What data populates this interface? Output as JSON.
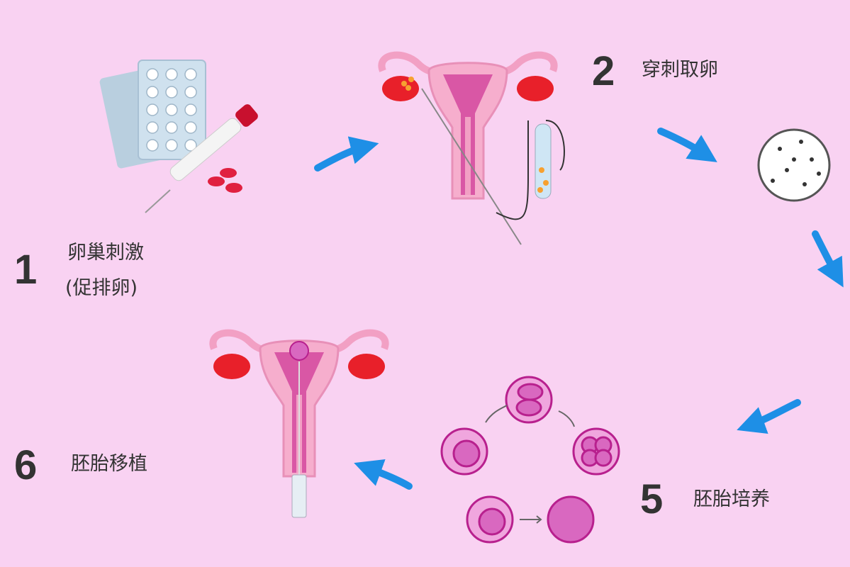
{
  "steps": [
    {
      "number": "1",
      "label_line1": "卵巢刺激",
      "label_line2": "(促排卵)"
    },
    {
      "number": "2",
      "label": "穿刺取卵"
    },
    {
      "number": "5",
      "label": "胚胎培养"
    },
    {
      "number": "6",
      "label": "胚胎移植"
    }
  ],
  "colors": {
    "background": "#f9d2f2",
    "arrow": "#1e8fe6",
    "uterus": "#f2a0c4",
    "embryo": "#c2289a",
    "ovary": "#e8202a"
  }
}
